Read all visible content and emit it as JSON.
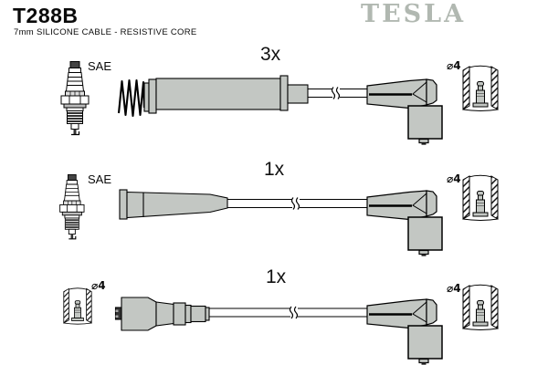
{
  "header": {
    "part_number": "T288B",
    "description": "7mm SILICONE CABLE - RESISTIVE CORE",
    "brand": "TESLA"
  },
  "rows": [
    {
      "quantity": "3x",
      "plug_end_label": "SAE",
      "distributor_terminal_diameter": "⌀4"
    },
    {
      "quantity": "1x",
      "plug_end_label": "SAE",
      "distributor_terminal_diameter": "⌀4"
    },
    {
      "quantity": "1x",
      "coil_terminal_diameter": "⌀4",
      "distributor_terminal_diameter": "⌀4"
    }
  ],
  "colors": {
    "background": "#ffffff",
    "line": "#000000",
    "boot_fill": "#c3c7c3",
    "brand_logo": "#b1b8b1"
  }
}
